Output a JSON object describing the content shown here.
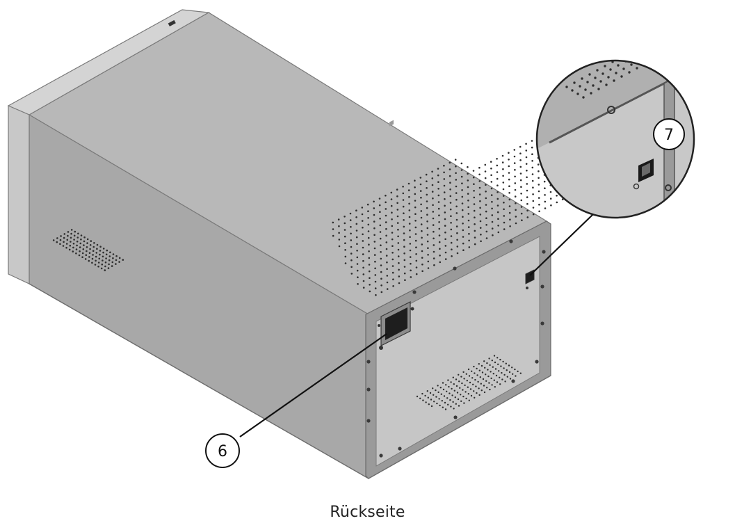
{
  "caption": "Rückseite",
  "callouts": [
    {
      "number": "6",
      "target": "power-inlet-connector"
    },
    {
      "number": "7",
      "target": "side-connector-detail"
    }
  ],
  "colors": {
    "top": "#b9b9b9",
    "left_face": "#a9a9a9",
    "back_panel": "#c4c4c4",
    "front_bezel": "#d2d2d2",
    "outline": "#6f6f6f",
    "vent_dot": "#2e2e2e"
  }
}
